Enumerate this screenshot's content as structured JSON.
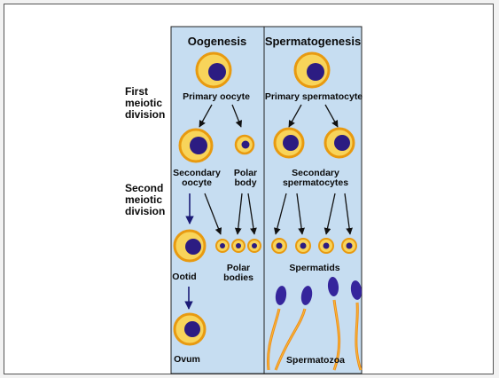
{
  "headings": {
    "left": "Oogenesis",
    "right": "Spermatogenesis"
  },
  "side_labels": {
    "first": [
      "First",
      "meiotic",
      "division"
    ],
    "second": [
      "Second",
      "meiotic",
      "division"
    ]
  },
  "oogenesis": {
    "primary_oocyte": "Primary oocyte",
    "secondary_oocyte": [
      "Secondary",
      "oocyte"
    ],
    "polar_body": [
      "Polar",
      "body"
    ],
    "ootid": "Ootid",
    "polar_bodies": [
      "Polar",
      "bodies"
    ],
    "ovum": "Ovum"
  },
  "spermatogenesis": {
    "primary_spermatocyte": "Primary spermatocyte",
    "secondary_spermatocytes": [
      "Secondary",
      "spermatocytes"
    ],
    "spermatids": "Spermatids",
    "spermatozoa": "Spermatozoa"
  },
  "colors": {
    "panel": "#c6ddf1",
    "cell_fill": "#f8d45a",
    "cell_ring": "#e89a10",
    "nucleus": "#2c1c82",
    "sperm_head": "#35259c",
    "tail": "#f08a16",
    "arrow": "#111111",
    "arrow_blue": "#1b1b77"
  }
}
